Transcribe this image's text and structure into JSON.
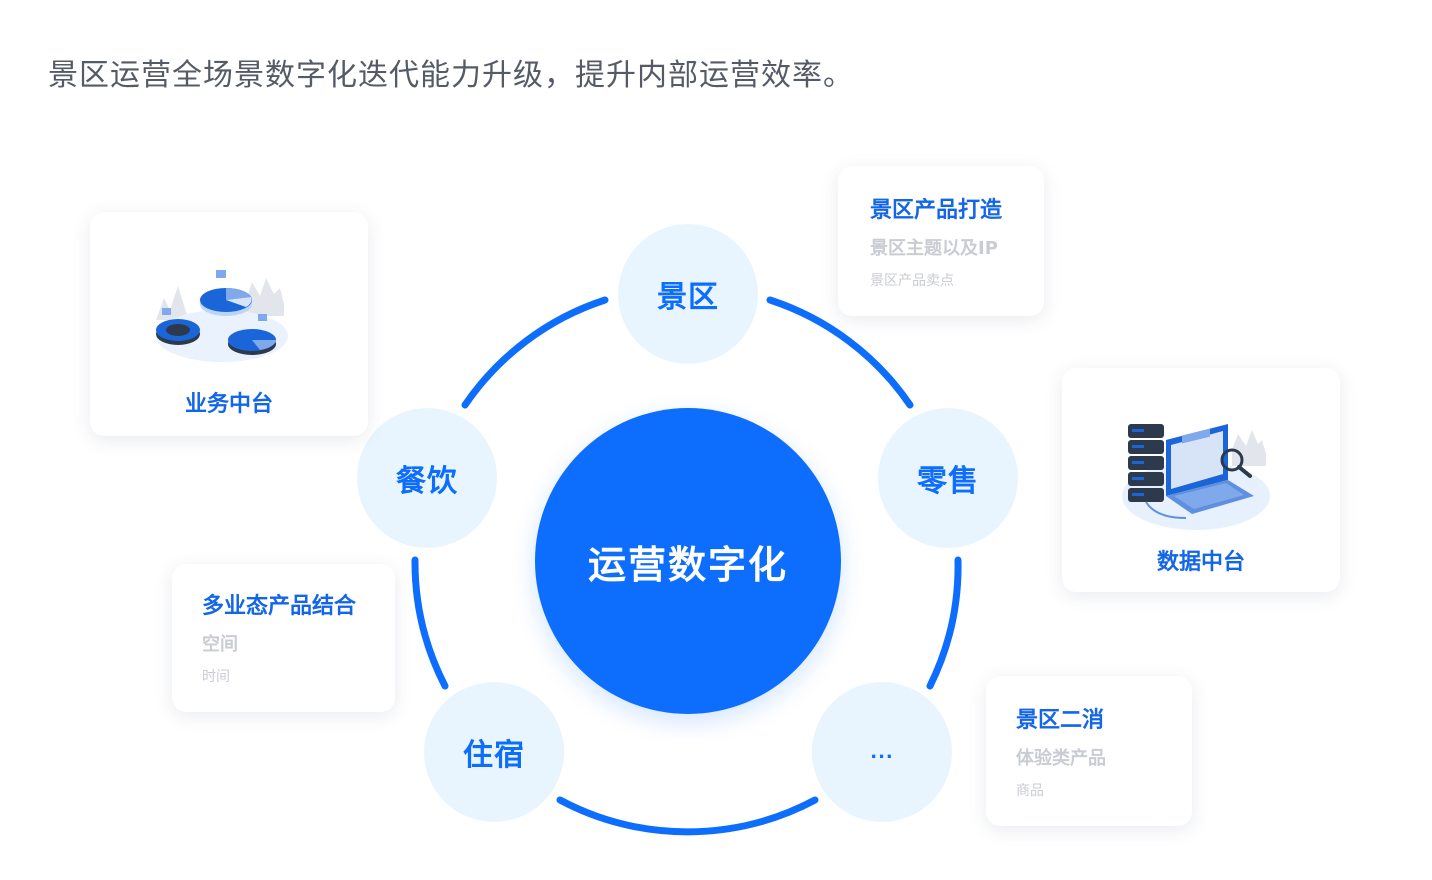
{
  "headline": "景区运营全场景数字化迭代能力升级，提升内部运营效率。",
  "hub": {
    "label": "运营数字化"
  },
  "nodes": {
    "scenic": "景区",
    "retail": "零售",
    "more": "...",
    "lodging": "住宿",
    "dining": "餐饮"
  },
  "cards": {
    "scenic_product": {
      "title": "景区产品打造",
      "line1": "景区主题以及IP",
      "line2": "景区产品卖点"
    },
    "multi_format": {
      "title": "多业态产品结合",
      "line1": "空间",
      "line2": "时间"
    },
    "secondary": {
      "title": "景区二消",
      "line1": "体验类产品",
      "line2": "商品"
    },
    "business_platform": {
      "label": "业务中台",
      "illustration": "pie-charts-illustration"
    },
    "data_platform": {
      "label": "数据中台",
      "illustration": "server-laptop-illustration"
    }
  },
  "colors": {
    "primary": "#0d6efd",
    "node_bg": "#e9f5fe",
    "card_title": "#1366e8",
    "muted_text": "#c9ccd3",
    "headline_text": "#555b66"
  }
}
